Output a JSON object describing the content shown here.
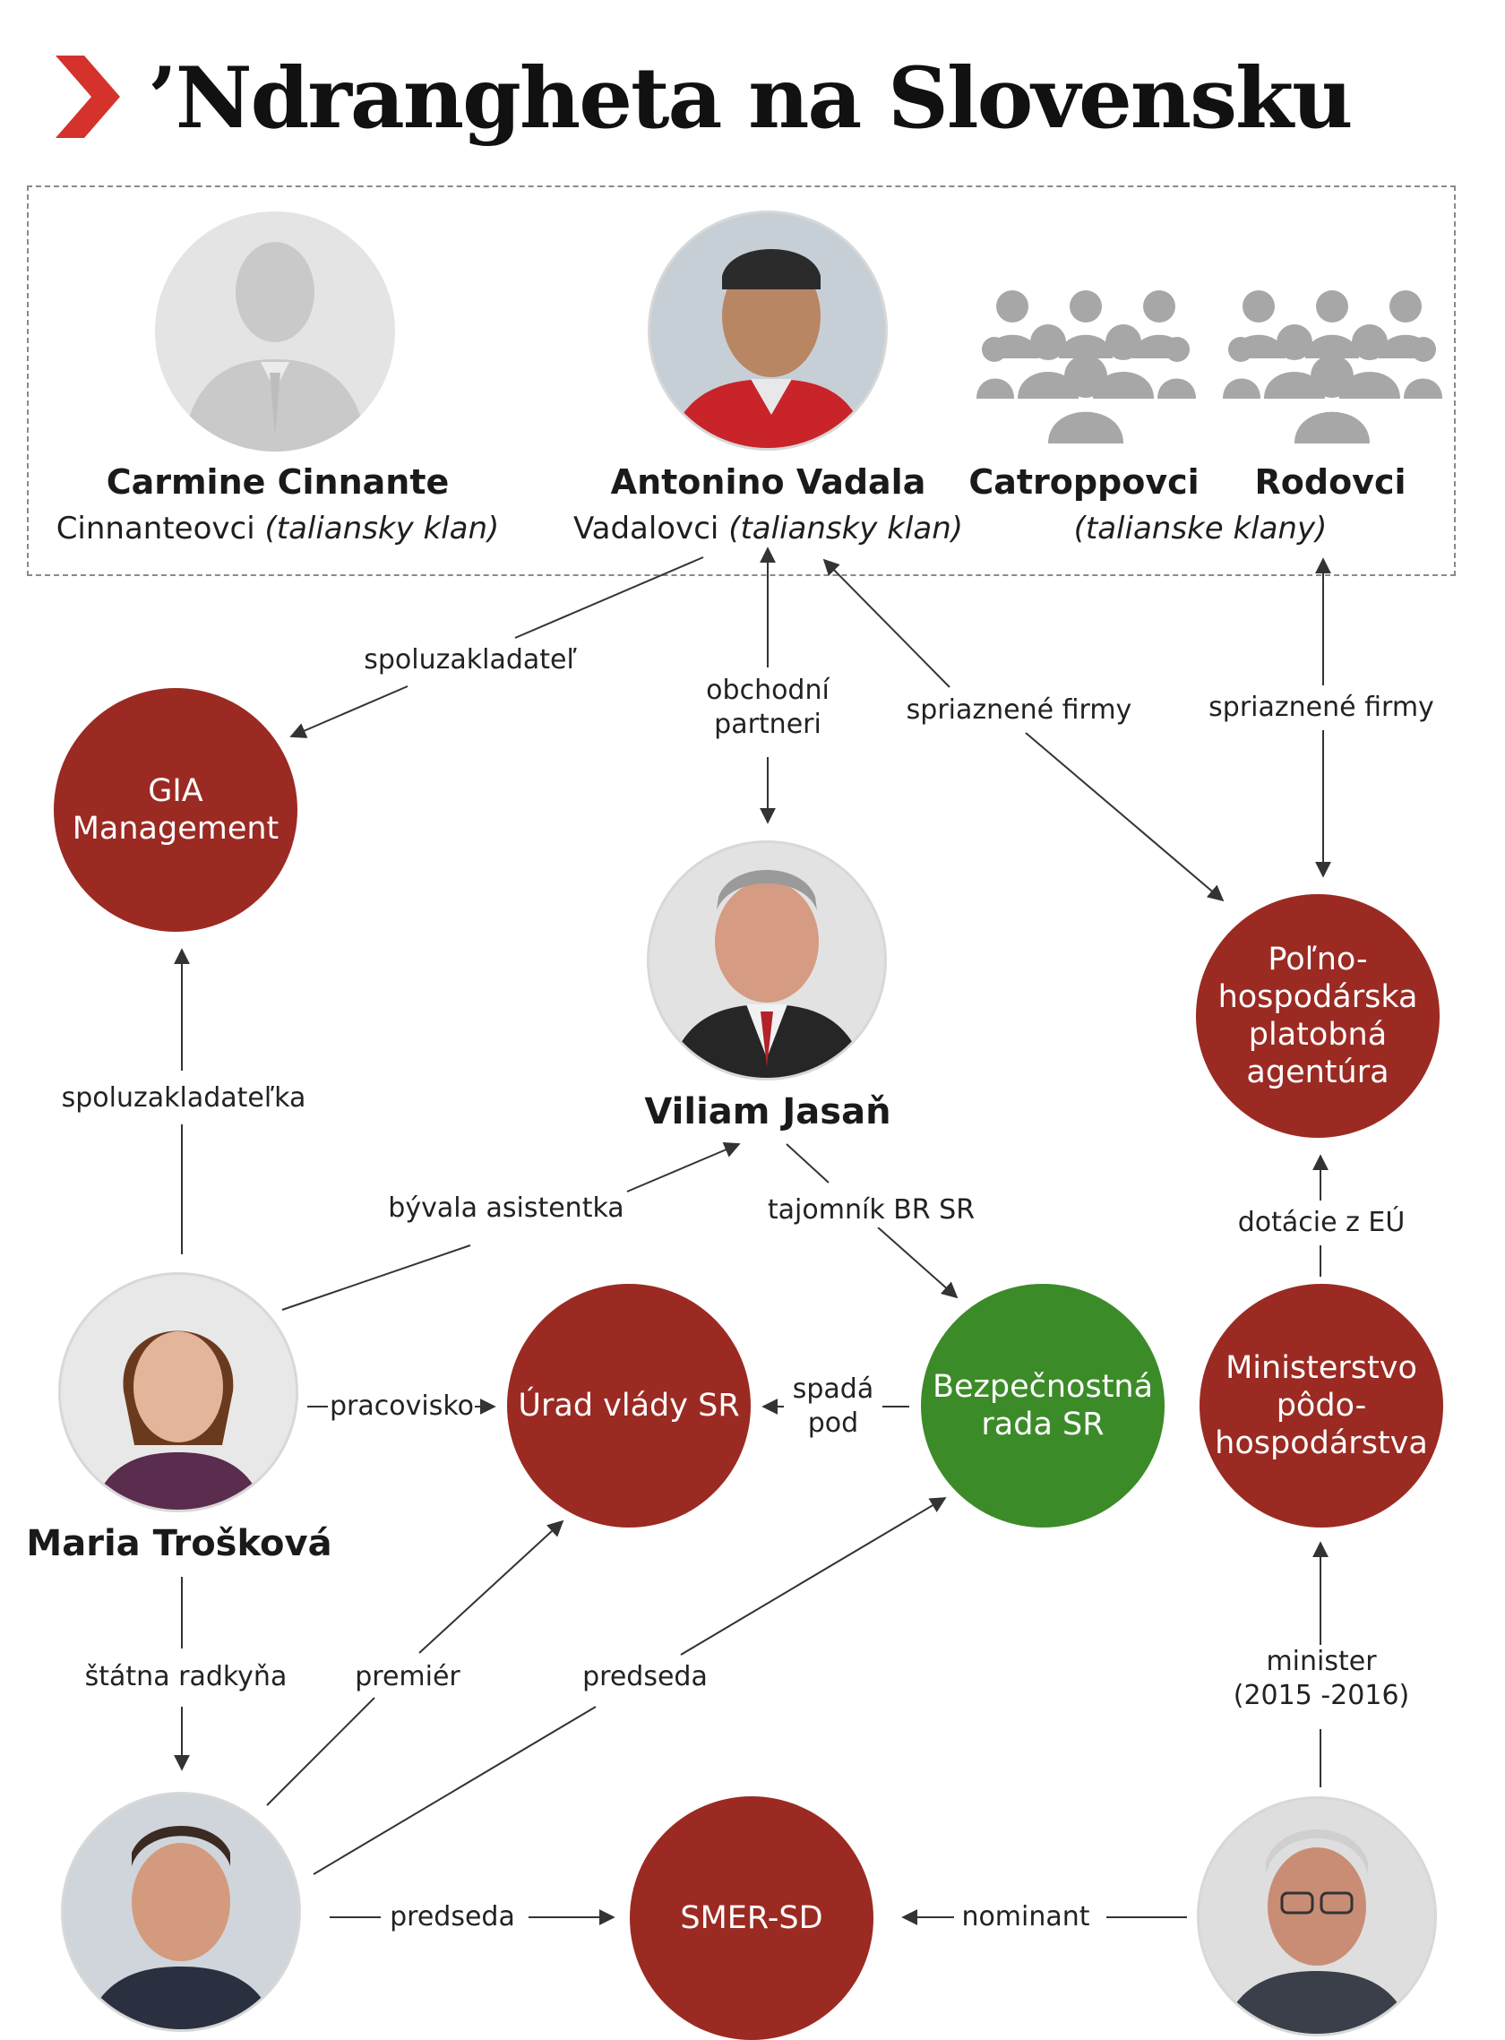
{
  "title": "’Ndrangheta na Slovensku",
  "clans": {
    "cinnante": {
      "name": "Carmine Cinnante",
      "family": "Cinnanteovci",
      "note": "(taliansky klan)"
    },
    "vadala": {
      "name": "Antonino Vadala",
      "family": "Vadalovci",
      "note": "(taliansky klan)"
    },
    "catroppovci": {
      "name": "Catroppovci"
    },
    "rodovci": {
      "name": "Rodovci"
    },
    "group_note": "(talianske klany)"
  },
  "people": {
    "jasan": "Viliam Jasaň",
    "troskova": "Maria Trošková"
  },
  "orgs": {
    "gia": "GIA\nManagement",
    "ppa": "Poľno-\nhospodárska\nplatobná\nagentúra",
    "urad": "Úrad vlády SR",
    "bezp": "Bezpečnostná\nrada SR",
    "minister": "Ministerstvo\npôdo-\nhospodárstva",
    "smer": "SMER-SD"
  },
  "edges": {
    "spoluzakladatel": "spoluzakladateľ",
    "obchodni": "obchodní\npartneri",
    "spriaznene1": "spriaznené firmy",
    "spriaznene2": "spriaznené firmy",
    "spoluzakladatelka": "spoluzakladateľka",
    "byvala": "bývala asistentka",
    "tajomnik": "tajomník BR SR",
    "dotacie": "dotácie z EÚ",
    "pracovisko": "pracovisko",
    "spada": "spadá\npod",
    "statna": "štátna radkyňa",
    "premier": "premiér",
    "predseda1": "predseda",
    "minister_role": "minister\n(2015 -2016)",
    "predseda2": "predseda",
    "nominant": "nominant"
  },
  "colors": {
    "org_red": "#9b2a23",
    "org_green": "#3c8b29",
    "accent_red": "#d5322c"
  }
}
